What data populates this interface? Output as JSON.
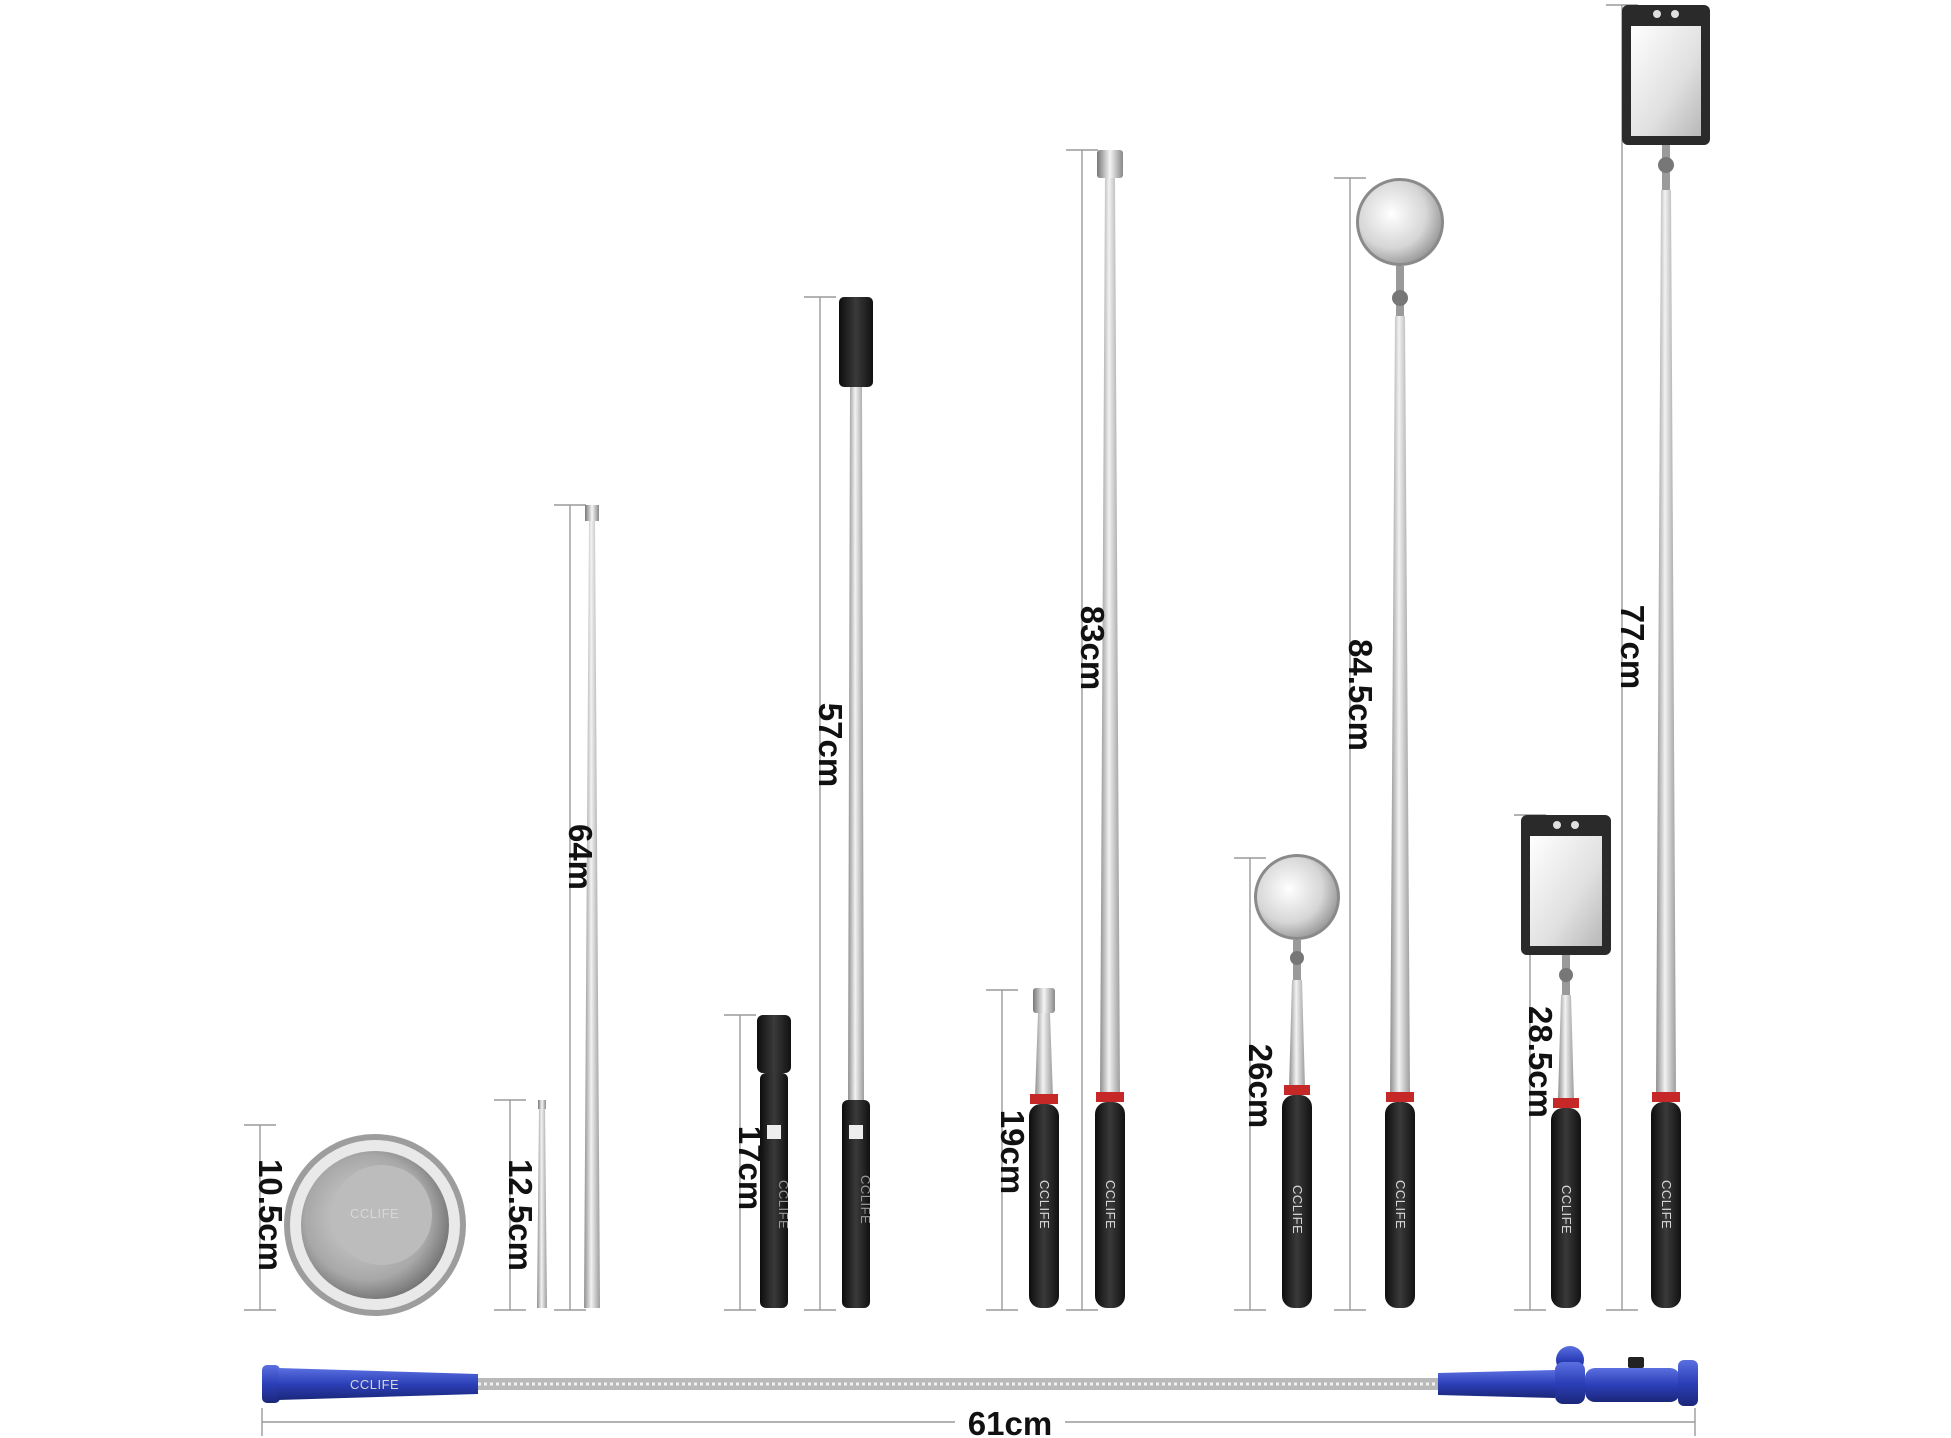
{
  "brand": "CCLIFE",
  "colors": {
    "grip": "#1c1c1c",
    "grip_band": "#c62828",
    "metal": "#c9c9c9",
    "pickup_blue": "#2c3fb8"
  },
  "items": [
    {
      "id": "magnetic-tray",
      "label": "10.5cm"
    },
    {
      "id": "pen-magnet-short",
      "label": "12.5cm"
    },
    {
      "id": "pen-magnet-long",
      "label": "64m"
    },
    {
      "id": "flashlight-short",
      "label": "17cm"
    },
    {
      "id": "flashlight-long",
      "label": "57cm"
    },
    {
      "id": "magnet-pickup-short",
      "label": "19cm"
    },
    {
      "id": "magnet-pickup-long",
      "label": "83cm"
    },
    {
      "id": "round-mirror-short",
      "label": "26cm"
    },
    {
      "id": "round-mirror-long",
      "label": "84.5cm"
    },
    {
      "id": "rect-mirror-short",
      "label": "28.5cm"
    },
    {
      "id": "rect-mirror-long",
      "label": "77cm"
    },
    {
      "id": "flexible-claw",
      "label": "61cm"
    }
  ]
}
